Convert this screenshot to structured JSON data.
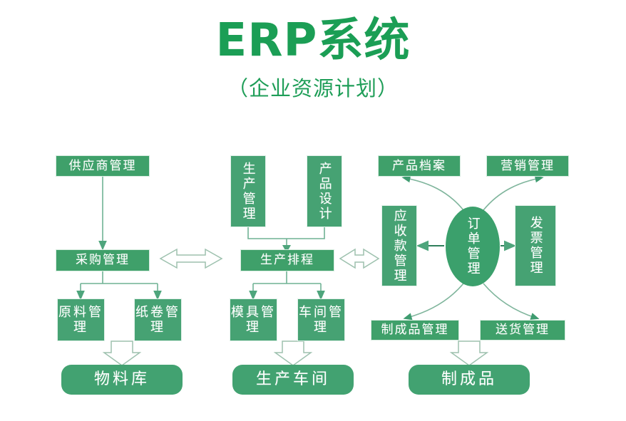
{
  "header": {
    "title": "ERP系统",
    "subtitle": "（企业资源计划）",
    "title_color": "#1b9e55"
  },
  "palette": {
    "box_green": "#3fa06a",
    "box_green_dark": "#46a273",
    "rounded_green": "#42a271",
    "ellipse_green": "#3ba06c",
    "arrow_outline": "#8fb9a4",
    "text_white": "#ffffff"
  },
  "diagram": {
    "type": "flowchart",
    "columns": [
      {
        "name": "procurement",
        "nodes": [
          "供应商管理",
          "采购管理",
          "原料管理",
          "纸卷管理",
          "物料库"
        ]
      },
      {
        "name": "production",
        "nodes": [
          "生产管理",
          "产品设计",
          "生产排程",
          "模具管理",
          "车间管理",
          "生产车间"
        ]
      },
      {
        "name": "sales",
        "nodes": [
          "产品档案",
          "营销管理",
          "应收款管理",
          "订单管理",
          "发票管理",
          "制成品管理",
          "送货管理",
          "制成品"
        ]
      }
    ],
    "nodes": {
      "supplier_mgmt": "供应商管理",
      "purchase_mgmt": "采购管理",
      "material_mgmt": "原料管理",
      "paper_roll_mgmt": "纸卷管理",
      "material_warehouse": "物料库",
      "production_mgmt": "生产管理",
      "product_design": "产品设计",
      "production_schedule": "生产排程",
      "mold_mgmt": "模具管理",
      "workshop_mgmt": "车间管理",
      "production_workshop": "生产车间",
      "product_archive": "产品档案",
      "marketing_mgmt": "营销管理",
      "receivable_mgmt": "应收款管理",
      "order_mgmt": "订单管理",
      "invoice_mgmt": "发票管理",
      "finished_goods_mgmt": "制成品管理",
      "delivery_mgmt": "送货管理",
      "finished_goods": "制成品"
    },
    "edges": [
      {
        "from": "供应商管理",
        "to": "采购管理",
        "style": "solid-arrow"
      },
      {
        "from": "采购管理",
        "to": "原料管理",
        "style": "solid-arrow"
      },
      {
        "from": "采购管理",
        "to": "纸卷管理",
        "style": "solid-arrow"
      },
      {
        "from": "原料管理/纸卷管理",
        "to": "物料库",
        "style": "hollow-block-arrow"
      },
      {
        "from": "生产管理",
        "to": "生产排程",
        "style": "solid-arrow"
      },
      {
        "from": "产品设计",
        "to": "生产排程",
        "style": "solid-arrow"
      },
      {
        "from": "生产排程",
        "to": "模具管理",
        "style": "solid-arrow"
      },
      {
        "from": "生产排程",
        "to": "车间管理",
        "style": "solid-arrow"
      },
      {
        "from": "模具管理/车间管理",
        "to": "生产车间",
        "style": "hollow-block-arrow"
      },
      {
        "from": "采购管理",
        "to": "生产排程",
        "style": "hollow-double-arrow"
      },
      {
        "from": "生产排程",
        "to": "应收款管理",
        "style": "hollow-double-arrow"
      },
      {
        "from": "订单管理",
        "to": "产品档案",
        "style": "curved-arrow"
      },
      {
        "from": "订单管理",
        "to": "营销管理",
        "style": "curved-arrow"
      },
      {
        "from": "订单管理",
        "to": "应收款管理",
        "style": "solid-arrow"
      },
      {
        "from": "订单管理",
        "to": "发票管理",
        "style": "solid-arrow"
      },
      {
        "from": "订单管理",
        "to": "制成品管理",
        "style": "curved-arrow"
      },
      {
        "from": "订单管理",
        "to": "送货管理",
        "style": "curved-arrow"
      },
      {
        "from": "制成品管理/送货管理",
        "to": "制成品",
        "style": "hollow-block-arrow"
      }
    ]
  }
}
